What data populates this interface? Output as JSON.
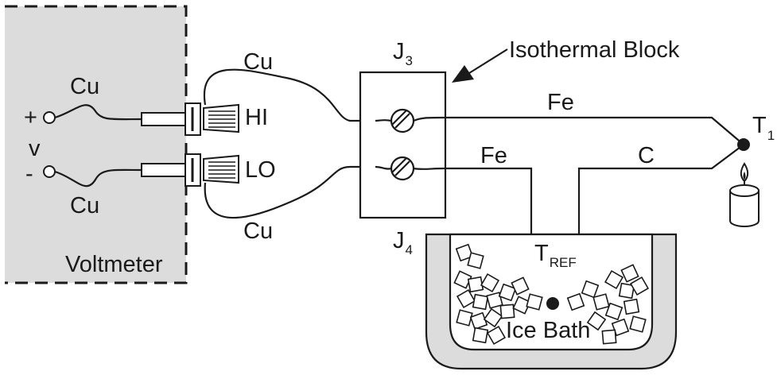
{
  "voltmeter": {
    "label": "Voltmeter",
    "plus": "+",
    "minus": "-",
    "v": "v",
    "wire_top": "Cu",
    "wire_bottom": "Cu",
    "hi": "HI",
    "lo": "LO"
  },
  "leads": {
    "top": "Cu",
    "bottom": "Cu"
  },
  "junctions": {
    "j3": "J",
    "j3_sub": "3",
    "j4": "J",
    "j4_sub": "4"
  },
  "isothermal_block": "Isothermal Block",
  "wires": {
    "fe_top": "Fe",
    "fe_bottom": "Fe",
    "c": "C"
  },
  "t1": {
    "label": "T",
    "sub": "1"
  },
  "tref": {
    "label": "T",
    "sub": "REF"
  },
  "ice_bath": "Ice Bath",
  "colors": {
    "voltmeter_fill": "#dcdcdc",
    "bath_fill": "#dcdcdc",
    "ink": "#1a1a1a"
  }
}
